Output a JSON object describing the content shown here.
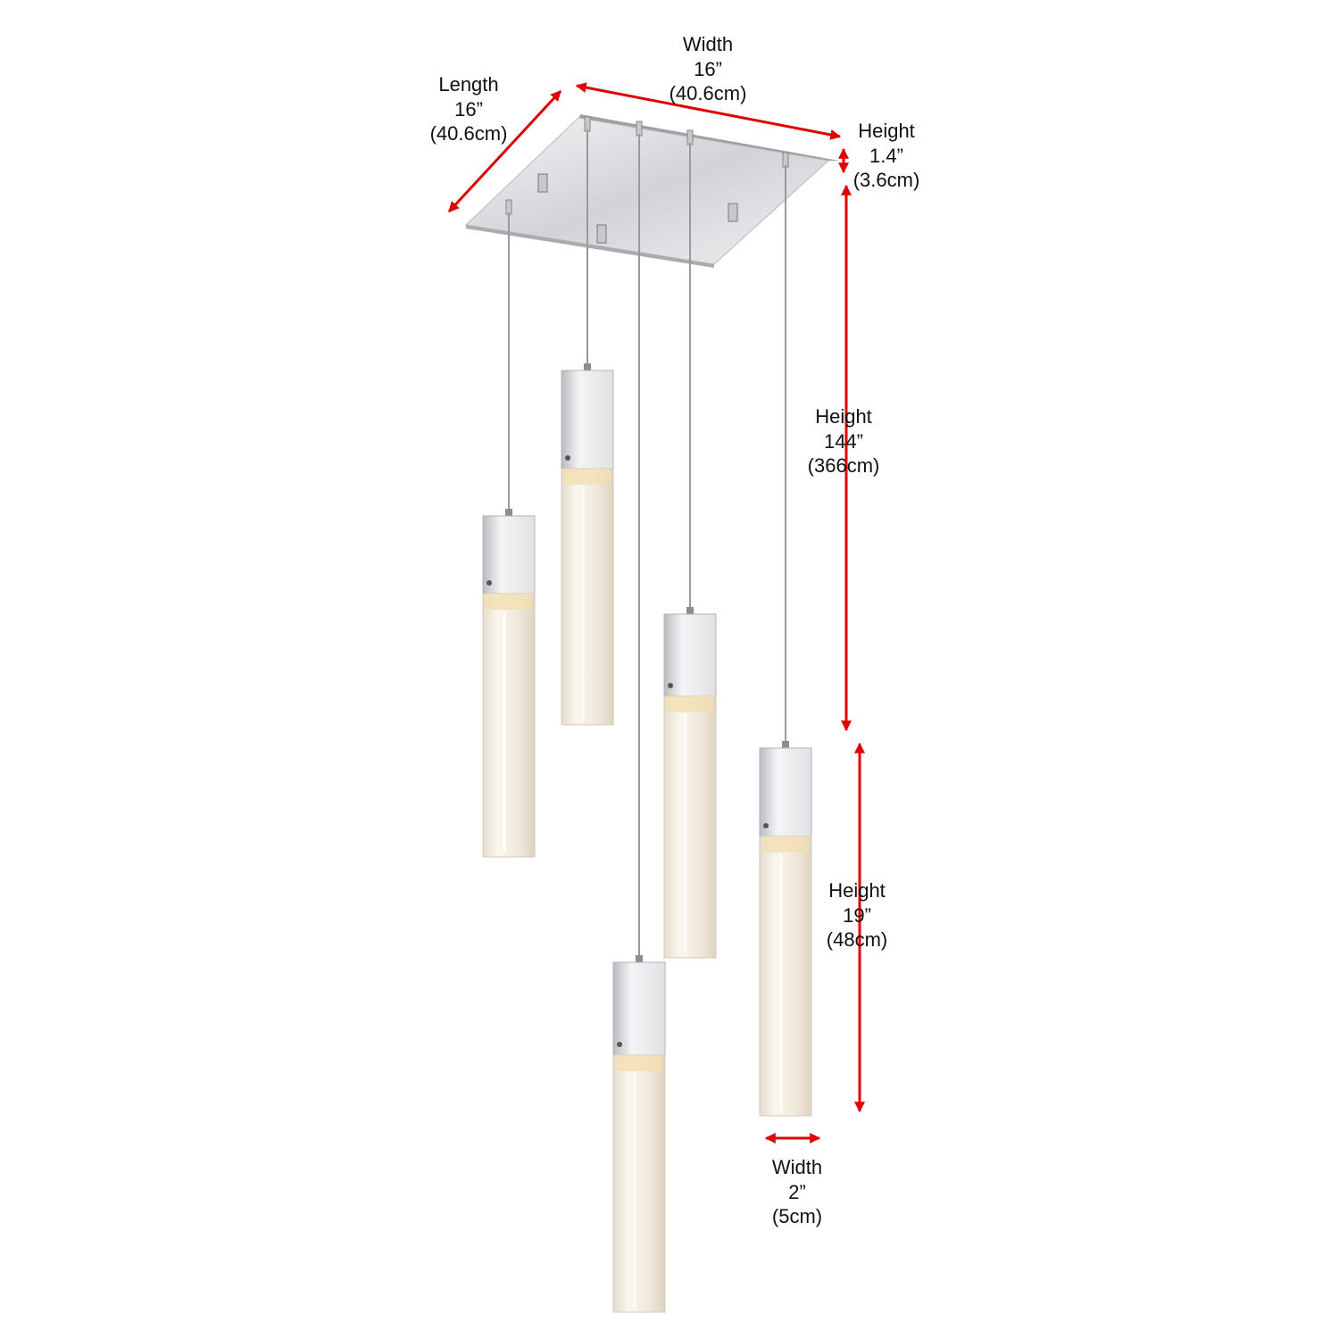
{
  "colors": {
    "dimension_arrow": "#e00000",
    "chrome": "#d9dadd",
    "glass": "#efe9de",
    "cable": "#9a9a9a"
  },
  "dimensions": {
    "canopy_width": {
      "label": "Width",
      "imperial": "16”",
      "metric": "(40.6cm)"
    },
    "canopy_length": {
      "label": "Length",
      "imperial": "16”",
      "metric": "(40.6cm)"
    },
    "canopy_height": {
      "label": "Height",
      "imperial": "1.4”",
      "metric": "(3.6cm)"
    },
    "overall_height": {
      "label": "Height",
      "imperial": "144”",
      "metric": "(366cm)"
    },
    "pendant_height": {
      "label": "Height",
      "imperial": "19”",
      "metric": "(48cm)"
    },
    "pendant_width": {
      "label": "Width",
      "imperial": "2”",
      "metric": "(5cm)"
    }
  },
  "pendant_count": 5
}
